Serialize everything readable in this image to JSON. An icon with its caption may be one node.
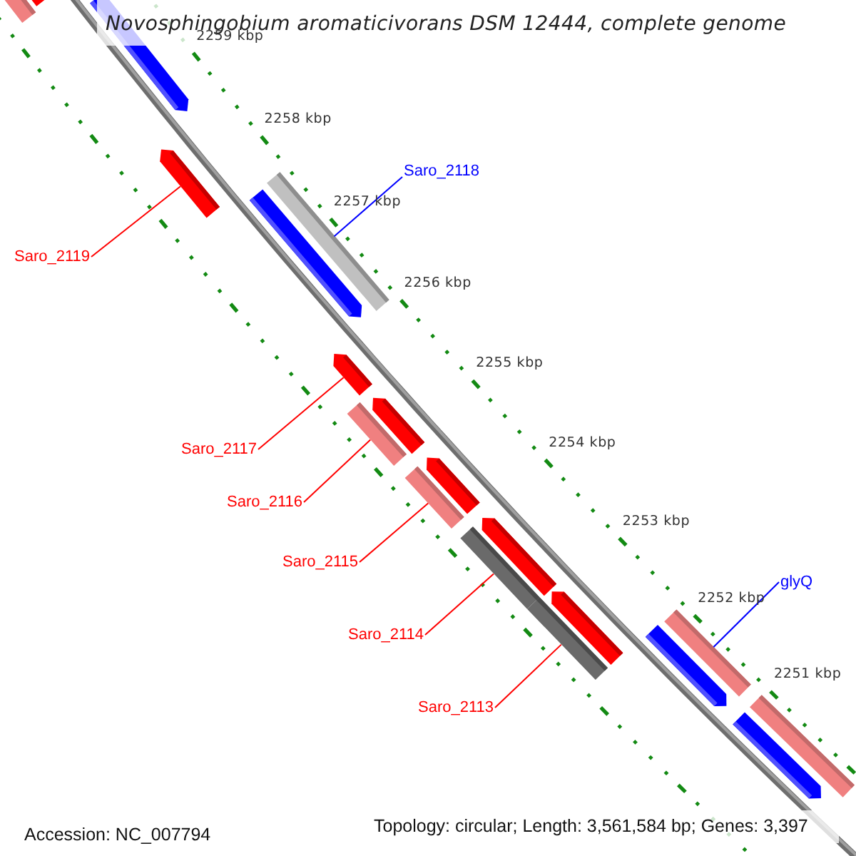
{
  "diagram": {
    "title": "Novosphingobium aromaticivorans DSM 12444, complete genome",
    "nodes": [
      {
        "text": [
          "Saro_2119"
        ]
      },
      {
        "text": [
          "Saro_2118"
        ]
      },
      {
        "text": [
          "Saro_2117"
        ]
      },
      {
        "text": [
          "Saro_2116"
        ]
      },
      {
        "text": [
          "Saro_2115"
        ]
      },
      {
        "text": [
          "Saro_2114"
        ]
      },
      {
        "text": [
          "Saro_2113"
        ]
      },
      {
        "text": [
          "glyQ"
        ]
      },
      {
        "text": [],
        "shape": "bar"
      },
      {
        "text": [],
        "shape": "arrow"
      },
      {
        "text": [],
        "shape": "arrow"
      },
      {
        "text": [],
        "shape": "arrow"
      },
      {
        "text": [],
        "shape": "bar"
      },
      {
        "text": [],
        "shape": "arrow"
      },
      {
        "text": [],
        "shape": "arrow"
      },
      {
        "text": [],
        "shape": "arrow"
      },
      {
        "text": [],
        "shape": "bar"
      },
      {
        "text": [],
        "shape": "arrow"
      },
      {
        "text": [],
        "shape": "bar"
      },
      {
        "text": [],
        "shape": "arrow"
      },
      {
        "text": [],
        "shape": "bar"
      },
      {
        "text": [],
        "shape": "arrow"
      },
      {
        "text": [],
        "shape": "bar"
      },
      {
        "text": [],
        "shape": "bar"
      },
      {
        "text": [],
        "shape": "arrow"
      },
      {
        "text": [],
        "shape": "bar"
      },
      {
        "text": [],
        "shape": "arrow"
      }
    ],
    "edges": [
      {
        "from": 0,
        "to": 11,
        "arrow": "none"
      },
      {
        "from": 1,
        "to": 12,
        "arrow": "none",
        "color": "#0000ff"
      },
      {
        "from": 2,
        "to": 14,
        "arrow": "none"
      },
      {
        "from": 3,
        "to": 16,
        "arrow": "none"
      },
      {
        "from": 4,
        "to": 18,
        "arrow": "none"
      },
      {
        "from": 5,
        "to": 20,
        "arrow": "none"
      },
      {
        "from": 6,
        "to": 22,
        "arrow": "none"
      },
      {
        "from": 7,
        "to": 23,
        "arrow": "none",
        "color": "#0000ff"
      }
    ],
    "labels": [
      "2259 kbp",
      "2258 kbp",
      "2257 kbp",
      "2256 kbp",
      "2255 kbp",
      "2254 kbp",
      "2253 kbp",
      "2252 kbp",
      "2251 kbp",
      "Accession: NC_007794",
      "Topology: circular; Length: 3,561,584 bp; Genes: 3,397"
    ]
  }
}
